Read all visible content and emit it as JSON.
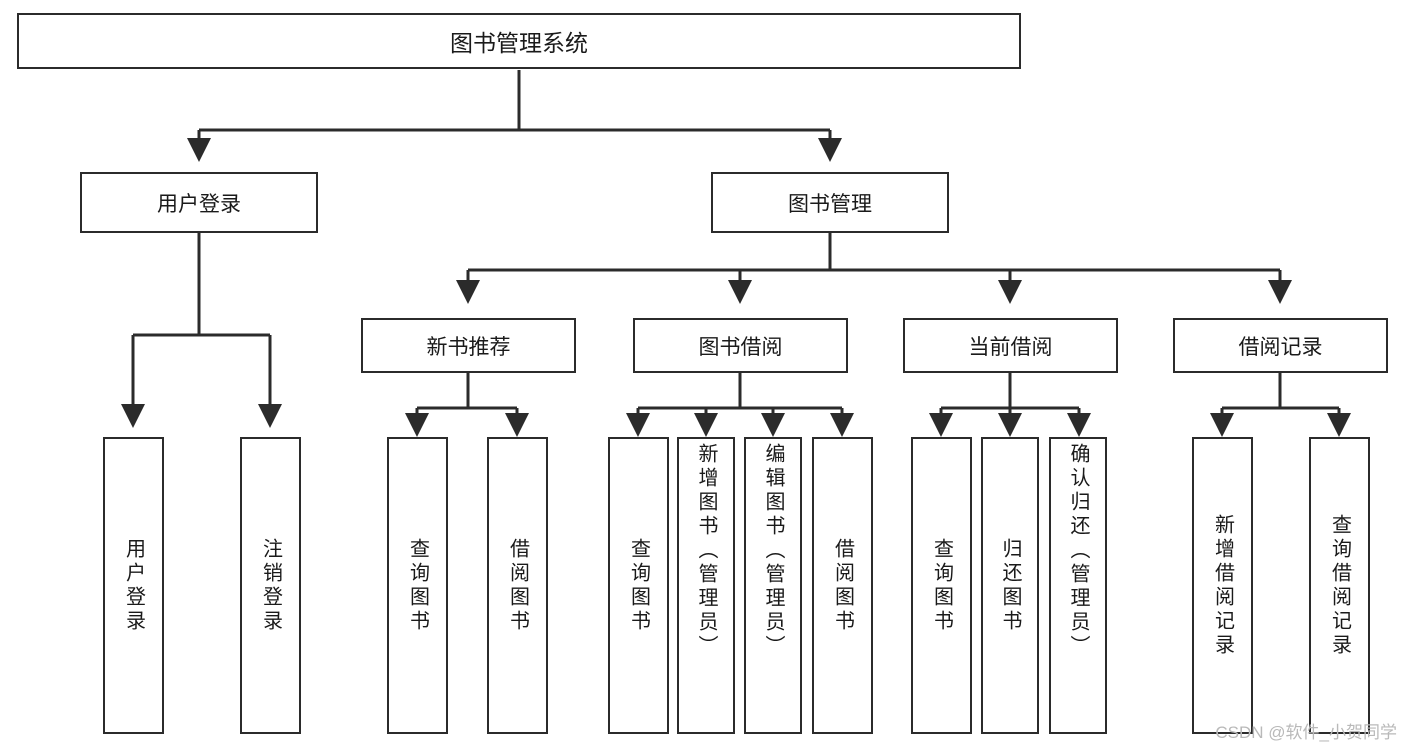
{
  "diagram": {
    "title": "图书管理系统",
    "type": "hierarchy-tree",
    "root": {
      "id": "root",
      "label": "图书管理系统"
    },
    "level2": [
      {
        "id": "user-login",
        "label": "用户登录"
      },
      {
        "id": "book-management",
        "label": "图书管理"
      }
    ],
    "level3": [
      {
        "id": "new-book-recommend",
        "label": "新书推荐"
      },
      {
        "id": "book-borrow",
        "label": "图书借阅"
      },
      {
        "id": "current-borrow",
        "label": "当前借阅"
      },
      {
        "id": "borrow-record",
        "label": "借阅记录"
      }
    ],
    "leaves": {
      "user_login": [
        {
          "id": "leaf-user-login",
          "label": "用户登录"
        },
        {
          "id": "leaf-logout-login",
          "label": "注销登录"
        }
      ],
      "new_book_recommend": [
        {
          "id": "leaf-query-book-1",
          "label": "查询图书"
        },
        {
          "id": "leaf-borrow-book-1",
          "label": "借阅图书"
        }
      ],
      "book_borrow": [
        {
          "id": "leaf-query-book-2",
          "label": "查询图书"
        },
        {
          "id": "leaf-add-book",
          "label": "新增图书（管理员）"
        },
        {
          "id": "leaf-edit-book",
          "label": "编辑图书（管理员）"
        },
        {
          "id": "leaf-borrow-book-2",
          "label": "借阅图书"
        }
      ],
      "current_borrow": [
        {
          "id": "leaf-query-book-3",
          "label": "查询图书"
        },
        {
          "id": "leaf-return-book",
          "label": "归还图书"
        },
        {
          "id": "leaf-confirm-return",
          "label": "确认归还（管理员）"
        }
      ],
      "borrow_record": [
        {
          "id": "leaf-add-record",
          "label": "新增借阅记录"
        },
        {
          "id": "leaf-query-record",
          "label": "查询借阅记录"
        }
      ]
    },
    "colors": {
      "stroke": "#2b2b2b",
      "background": "#ffffff",
      "text": "#1a1a1a",
      "watermark": "#b9b9b9"
    }
  },
  "watermark": {
    "text": "CSDN @软件_小贺同学"
  }
}
